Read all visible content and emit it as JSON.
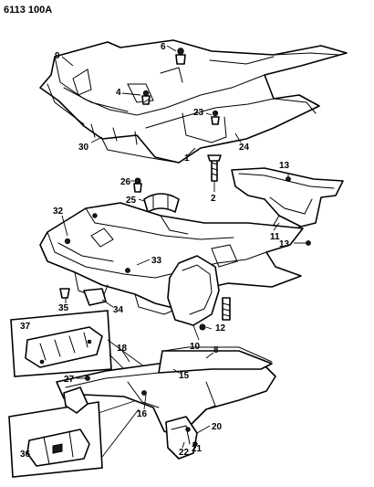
{
  "diagram_code": "6113 100A",
  "callouts": [
    "1",
    "2",
    "4",
    "6",
    "8",
    "9",
    "10",
    "11",
    "12",
    "13",
    "15",
    "16",
    "18",
    "20",
    "21",
    "22",
    "23",
    "24",
    "25",
    "26",
    "27",
    "30",
    "32",
    "33",
    "34",
    "35",
    "36",
    "37"
  ]
}
